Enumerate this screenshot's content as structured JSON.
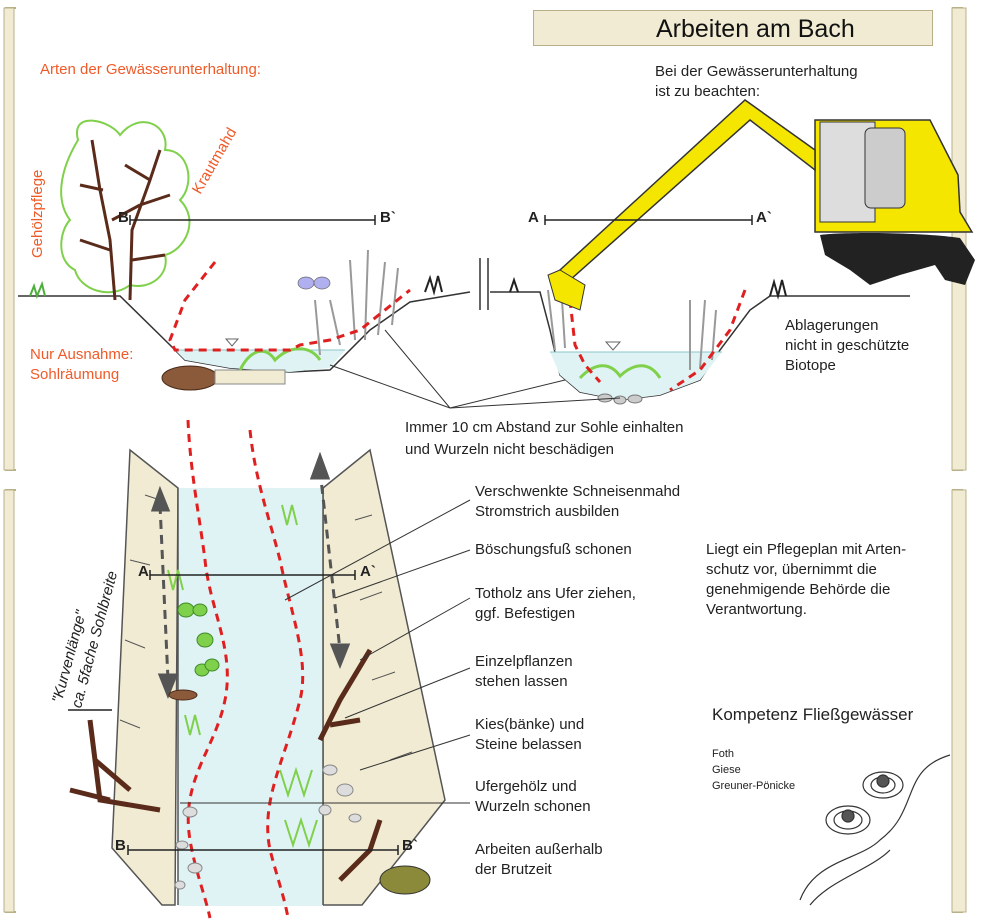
{
  "title": "Arbeiten am Bach",
  "top": {
    "heading_types": "Arten der Gewässerunterhaltung:",
    "label_gehoelz": "Gehölzpflege",
    "label_kraut": "Krautmahd",
    "label_ausnahme_1": "Nur Ausnahme:",
    "label_ausnahme_2": "Sohlräumung",
    "note_beachten_1": "Bei der Gewässerunterhaltung",
    "note_beachten_2": "ist zu beachten:",
    "section_b_start": "B",
    "section_b_end": "B`",
    "section_a_start": "A",
    "section_a_end": "A`",
    "note_ablagerung_1": "Ablagerungen",
    "note_ablagerung_2": "nicht in geschützte",
    "note_ablagerung_3": "Biotope",
    "note_abstand_1": "Immer 10 cm Abstand zur Sohle einhalten",
    "note_abstand_2": "und Wurzeln nicht beschädigen"
  },
  "bottom": {
    "kurven_1": "\"Kurvenlänge\"",
    "kurven_2": "ca. 5fache Sohlbreite",
    "section_a_start": "A",
    "section_a_end": "A`",
    "section_b_start": "B",
    "section_b_end": "B`",
    "labels": [
      [
        "Verschwenkte Schneisenmahd",
        "Stromstrich ausbilden"
      ],
      [
        "Böschungsfuß schonen"
      ],
      [
        "Totholz ans Ufer ziehen,",
        "ggf. Befestigen"
      ],
      [
        "Einzelpflanzen",
        "stehen lassen"
      ],
      [
        "Kies(bänke) und",
        "Steine belassen"
      ],
      [
        "Ufergehölz und",
        "Wurzeln schonen"
      ],
      [
        "Arbeiten außerhalb",
        "der Brutzeit"
      ]
    ],
    "note_pflegeplan": [
      "Liegt ein Pflegeplan mit Arten-",
      "schutz vor, übernimmt die",
      "genehmigende Behörde die",
      "Verantwortung."
    ],
    "kompetenz_title": "Kompetenz Fließgewässer",
    "authors": [
      "Foth",
      "Giese",
      "Greuner-Pönicke"
    ]
  },
  "colors": {
    "accent_orange": "#f05a28",
    "dashed_red": "#e02020",
    "panel_beige": "#f0ebd2",
    "water_blue": "#dff3f5",
    "excavator_yellow": "#f5e600"
  }
}
